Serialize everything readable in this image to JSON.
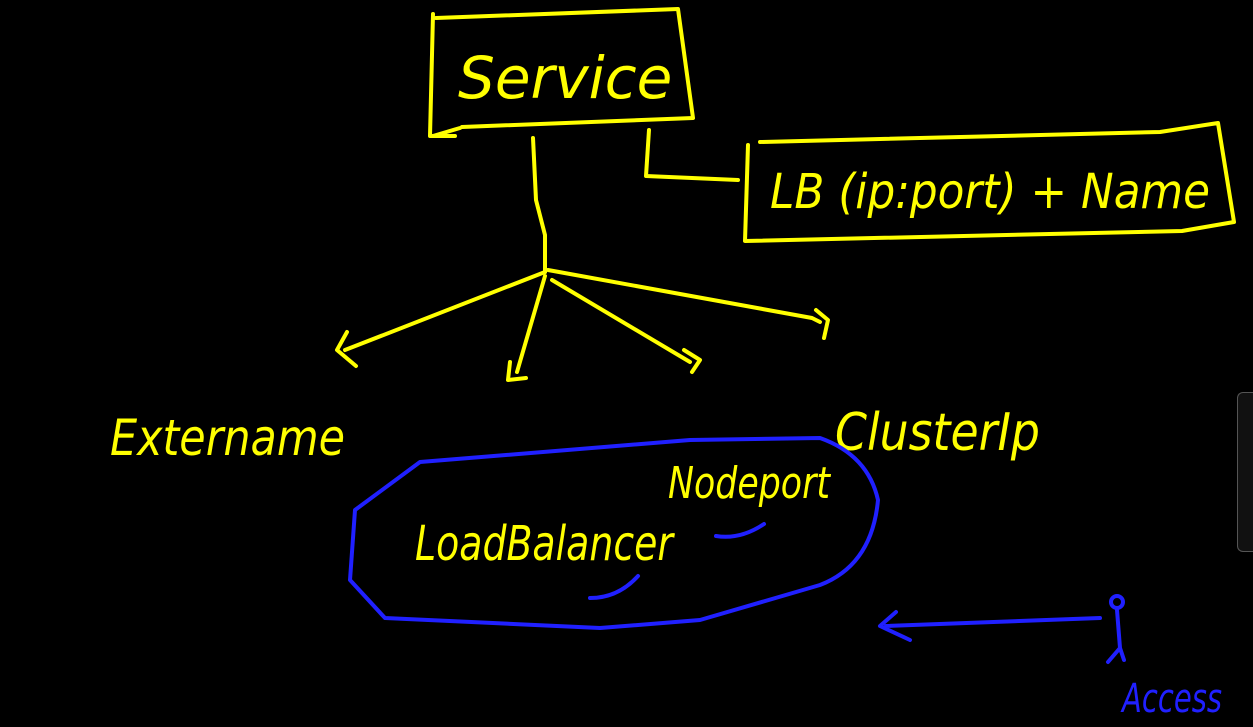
{
  "colors": {
    "background": "#000000",
    "yellow_ink": "#ffff00",
    "blue_ink": "#2020ff"
  },
  "diagram": {
    "service_label": "Service",
    "info_box_label": "LB (ip:port) + Name",
    "branches": {
      "externalname": "Extername",
      "clusterip": "ClusterIp",
      "nodeport": "Nodeport",
      "loadbalancer": "LoadBalancer"
    },
    "access_label": "Access"
  }
}
